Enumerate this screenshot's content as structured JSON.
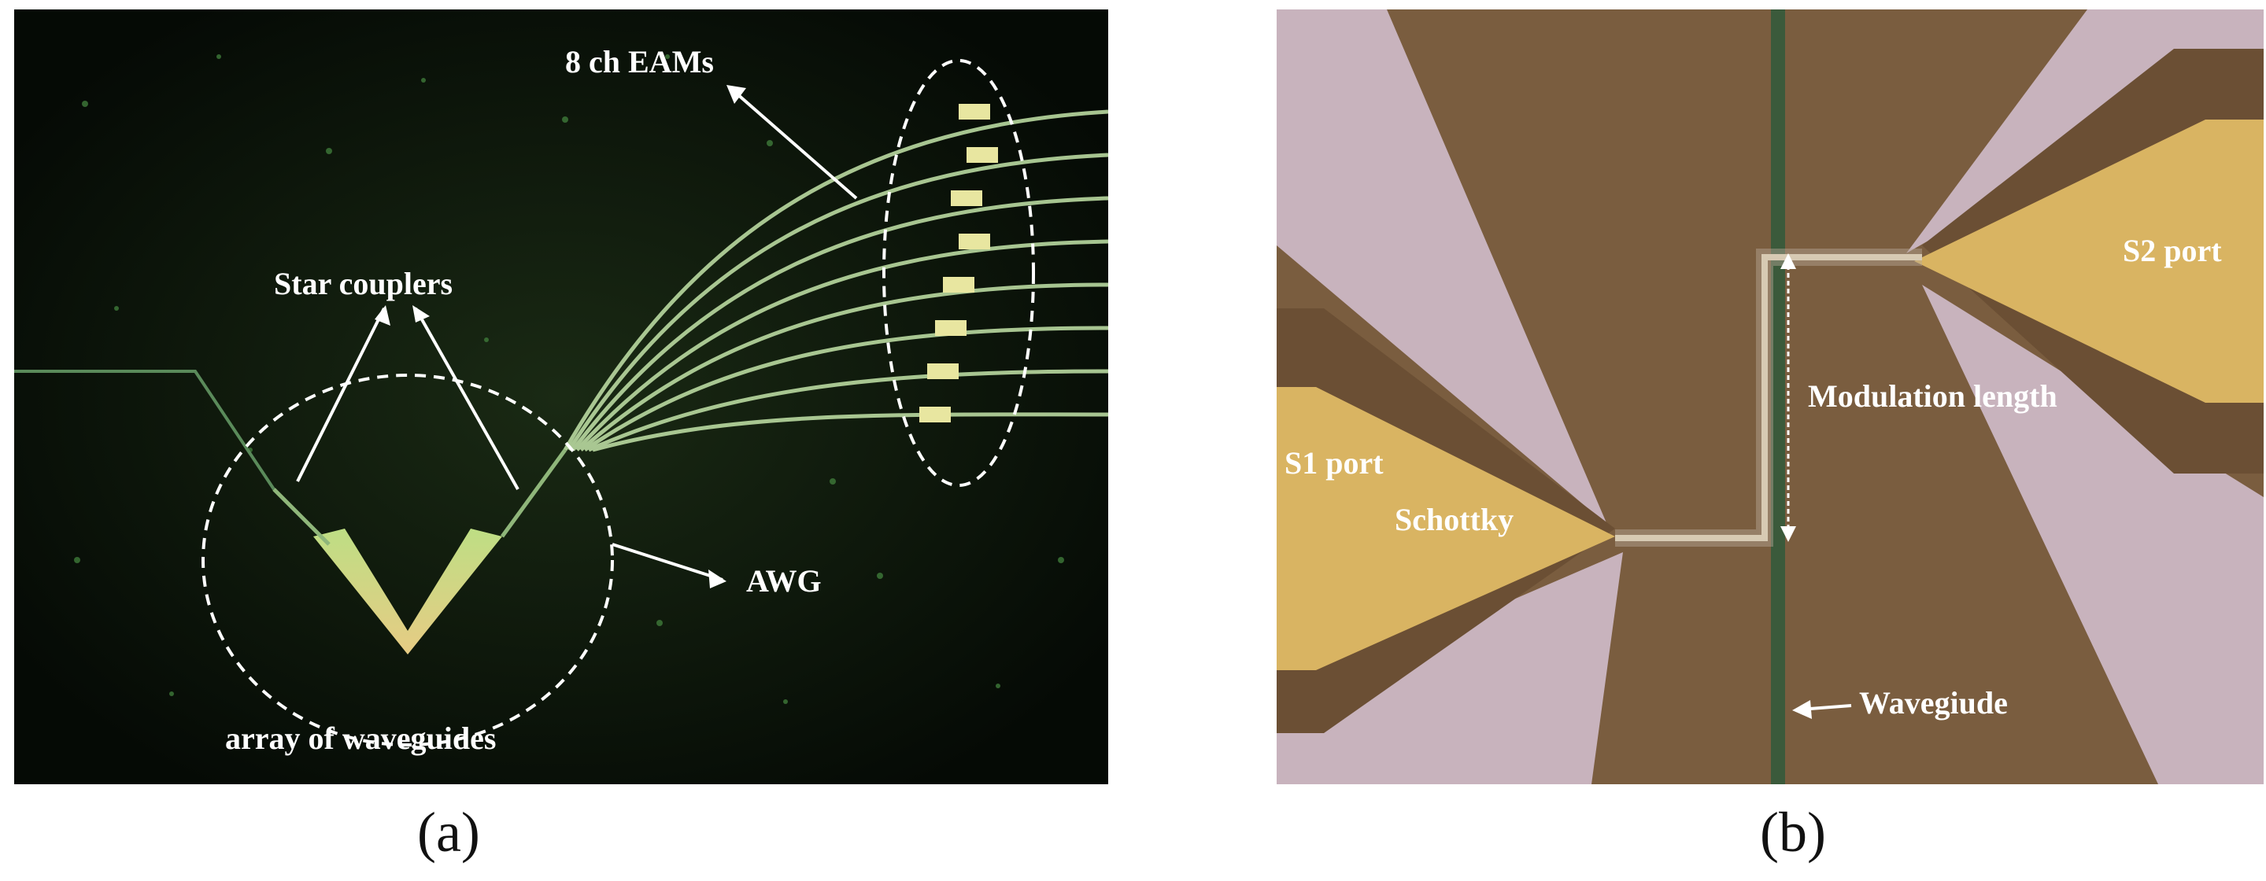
{
  "panel_a": {
    "caption": "(a)",
    "labels": {
      "eams": "8 ch EAMs",
      "star_couplers": "Star couplers",
      "awg": "AWG",
      "array": "array of waveguides"
    }
  },
  "panel_b": {
    "caption": "(b)",
    "labels": {
      "s1_port": "S1 port",
      "s2_port": "S2 port",
      "schottky": "Schottky",
      "modulation_length": "Modulation length",
      "waveguide": "Wavegiude"
    }
  },
  "colors": {
    "photo_bg_a": "#0a120a",
    "metal_brown": "#7a5d3f",
    "pad_gold": "#d9b462",
    "substrate_pink": "#c8b3bd",
    "label_white": "#ffffff"
  }
}
